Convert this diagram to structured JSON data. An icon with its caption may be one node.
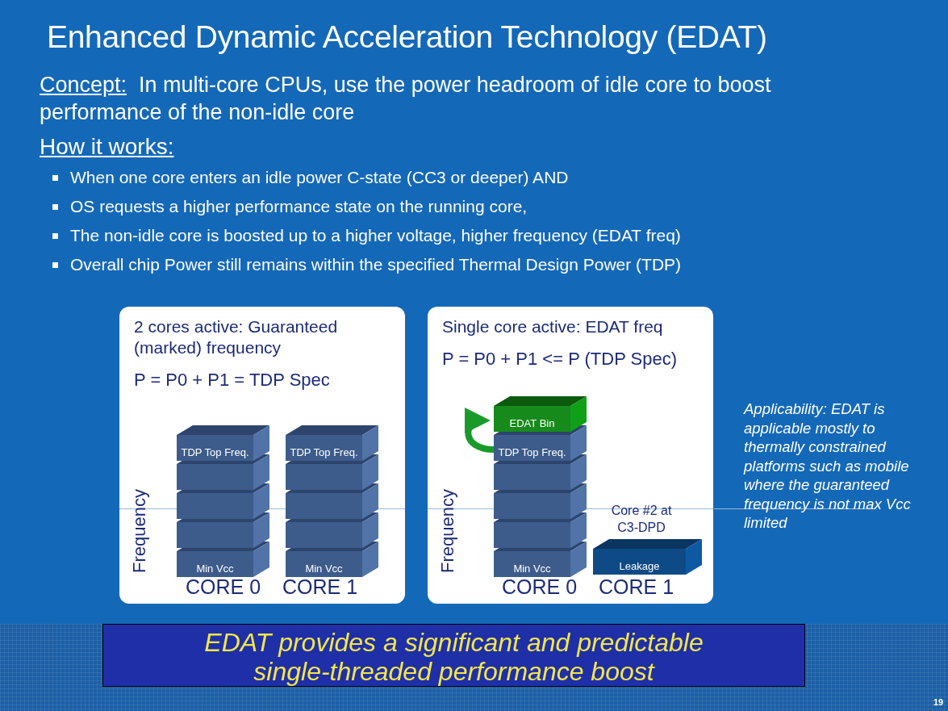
{
  "diagram": {
    "title": "Enhanced Dynamic Acceleration Technology (EDAT)",
    "nodes": [
      {
        "text": [
          "2 cores active: Guaranteed (marked) frequency",
          "P = P0 + P1 = TDP Spec"
        ]
      },
      {
        "text": [
          "TDP Top Freq."
        ],
        "in": 0
      },
      {
        "text": [],
        "shape": "box",
        "in": 0
      },
      {
        "text": [],
        "shape": "box",
        "in": 0
      },
      {
        "text": [],
        "shape": "box",
        "in": 0
      },
      {
        "text": [
          "Min Vcc"
        ],
        "in": 0
      },
      {
        "text": [
          "TDP Top Freq."
        ],
        "in": 0
      },
      {
        "text": [],
        "shape": "box",
        "in": 0
      },
      {
        "text": [],
        "shape": "box",
        "in": 0
      },
      {
        "text": [],
        "shape": "box",
        "in": 0
      },
      {
        "text": [
          "Min Vcc"
        ],
        "in": 0
      },
      {
        "text": [
          "Single core active: EDAT freq",
          "P = P0 + P1 <= P (TDP Spec)"
        ]
      },
      {
        "text": [
          "EDAT Bin"
        ],
        "in": 11
      },
      {
        "text": [
          "TDP Top Freq."
        ],
        "in": 11
      },
      {
        "text": [],
        "shape": "box",
        "in": 11
      },
      {
        "text": [],
        "shape": "box",
        "in": 11
      },
      {
        "text": [],
        "shape": "box",
        "in": 11
      },
      {
        "text": [
          "Min Vcc"
        ],
        "in": 11
      },
      {
        "text": [
          "Leakage"
        ],
        "in": 11,
        "beside": [
          "Core #2 at C3-DPD"
        ]
      }
    ],
    "edges": [
      {
        "from": 13,
        "to": 12,
        "arrow": "to",
        "color": "#1a9a2a"
      }
    ],
    "labels": [
      "Concept:",
      "In multi-core CPUs, use the power headroom of idle core to boost performance of the non-idle core",
      "How it works:",
      "When one core enters an idle power C-state (CC3 or deeper)  AND",
      "OS requests a higher performance state on the running core,",
      "The non-idle core is boosted up to a higher voltage, higher frequency (EDAT freq)",
      "Overall chip Power still remains within the specified Thermal Design Power (TDP)",
      "Frequency",
      "CORE 0",
      "CORE 1",
      "Frequency",
      "CORE 0",
      "CORE 1",
      "Applicability: EDAT is applicable mostly to thermally constrained platforms such as mobile where the guaranteed frequency is not max Vcc limited",
      "EDAT provides a significant and predictable single-threaded performance boost",
      "19"
    ]
  }
}
